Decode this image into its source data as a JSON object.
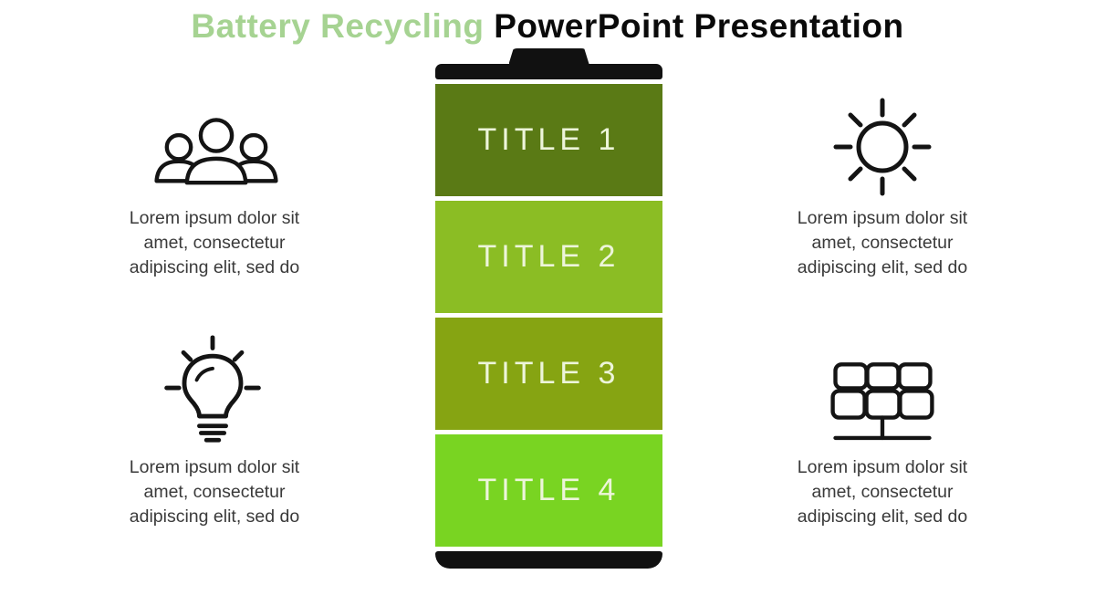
{
  "slide": {
    "title": {
      "highlight": "Battery Recycling",
      "rest": " PowerPoint Presentation"
    }
  },
  "battery": {
    "segments": [
      {
        "label": "TITLE 1",
        "color": "#5a7a15"
      },
      {
        "label": "TITLE 2",
        "color": "#8bbd24"
      },
      {
        "label": "TITLE 3",
        "color": "#86a412"
      },
      {
        "label": "TITLE 4",
        "color": "#79d422"
      }
    ],
    "cap_color": "#111111",
    "label_color": "#edf5da"
  },
  "blocks": {
    "top_left": {
      "icon": "group-icon",
      "lines": [
        "Lorem ipsum dolor sit",
        "amet, consectetur",
        "adipiscing elit, sed do"
      ]
    },
    "top_right": {
      "icon": "sun-icon",
      "lines": [
        "Lorem ipsum dolor sit",
        "amet, consectetur",
        "adipiscing elit, sed do"
      ]
    },
    "bottom_left": {
      "icon": "lightbulb-icon",
      "lines": [
        "Lorem ipsum dolor sit",
        "amet, consectetur",
        "adipiscing elit, sed do"
      ]
    },
    "bottom_right": {
      "icon": "solar-panel-icon",
      "lines": [
        "Lorem ipsum dolor sit",
        "amet, consectetur",
        "adipiscing elit, sed do"
      ]
    }
  },
  "colors": {
    "title_highlight": "#a6d392",
    "title_rest": "#0a0a0a",
    "body_text": "#3a3a3a",
    "icon_stroke": "#141414",
    "background": "#ffffff"
  }
}
